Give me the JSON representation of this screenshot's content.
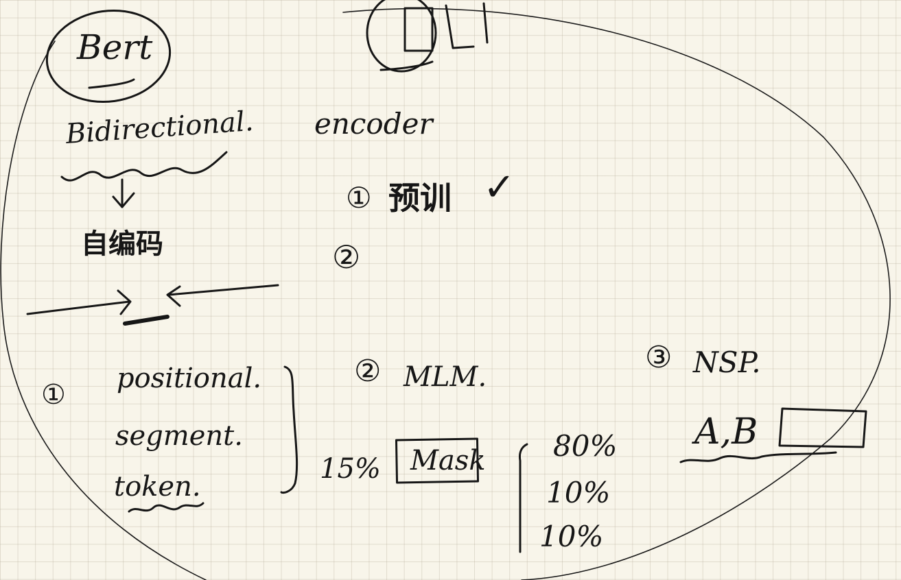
{
  "notes": {
    "title": "Bert",
    "bidirectional": "Bidirectional.",
    "bidirectional_meaning": "自编码",
    "encoder": "encoder",
    "step_1": "①",
    "step_1_text": "预训",
    "checkmark": "✓",
    "step_2": "②",
    "embeddings": {
      "number": "①",
      "items": [
        "positional.",
        "segment.",
        "token."
      ]
    },
    "mlm": {
      "number": "②",
      "label": "MLM.",
      "ratio": "15%",
      "mask_label": "Mask",
      "splits": [
        "80%",
        "10%",
        "10%"
      ]
    },
    "nsp": {
      "number": "③",
      "label": "NSP.",
      "pair": "A,B"
    }
  }
}
